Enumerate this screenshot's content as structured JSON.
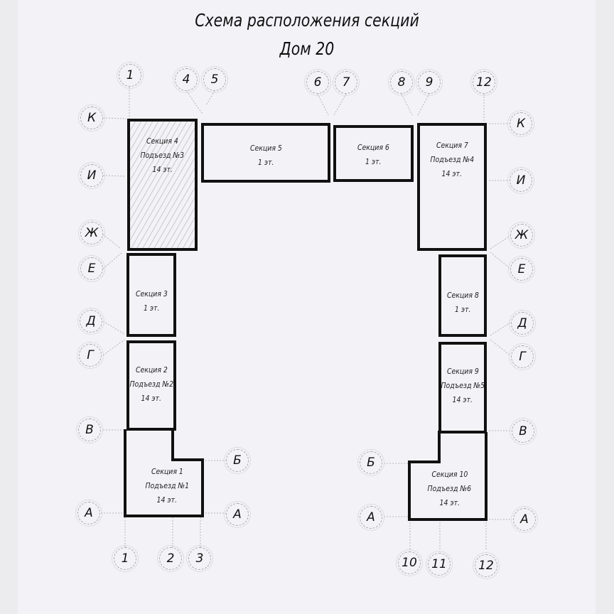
{
  "title": {
    "line1": "Схема расположения секций",
    "line2": "Дом 20"
  },
  "sections": [
    {
      "id": "4",
      "name": "Секция 4",
      "entrance": "Подъезд №3",
      "floors": "14 эт.",
      "hatched": true
    },
    {
      "id": "5",
      "name": "Секция 5",
      "entrance": "",
      "floors": "1 эт."
    },
    {
      "id": "6",
      "name": "Секция 6",
      "entrance": "",
      "floors": "1 эт."
    },
    {
      "id": "7",
      "name": "Секция 7",
      "entrance": "Подъезд №4",
      "floors": "14 эт."
    },
    {
      "id": "3",
      "name": "Секция 3",
      "entrance": "",
      "floors": "1 эт."
    },
    {
      "id": "2",
      "name": "Секция 2",
      "entrance": "Подъезд №2",
      "floors": "14 эт."
    },
    {
      "id": "1",
      "name": "Секция 1",
      "entrance": "Подъезд №1",
      "floors": "14 эт."
    },
    {
      "id": "8",
      "name": "Секция 8",
      "entrance": "",
      "floors": "1 эт."
    },
    {
      "id": "9",
      "name": "Секция 9",
      "entrance": "Подъезд №5",
      "floors": "14 эт."
    },
    {
      "id": "10",
      "name": "Секция 10",
      "entrance": "Подъезд №6",
      "floors": "14 эт."
    }
  ],
  "axes": {
    "top": [
      "1",
      "4",
      "5",
      "6",
      "7",
      "8",
      "9",
      "12"
    ],
    "bottom": [
      "1",
      "2",
      "3",
      "10",
      "11",
      "12"
    ],
    "left": [
      "К",
      "И",
      "Ж",
      "Е",
      "Д",
      "Г",
      "В",
      "А"
    ],
    "right": [
      "К",
      "И",
      "Ж",
      "Е",
      "Д",
      "Г",
      "В",
      "А"
    ],
    "inner": [
      "Б",
      "А",
      "Б",
      "А"
    ]
  },
  "colors": {
    "paper": "#f3f2f7",
    "outline": "#111111",
    "axis_circle": "#aaaaaa"
  }
}
